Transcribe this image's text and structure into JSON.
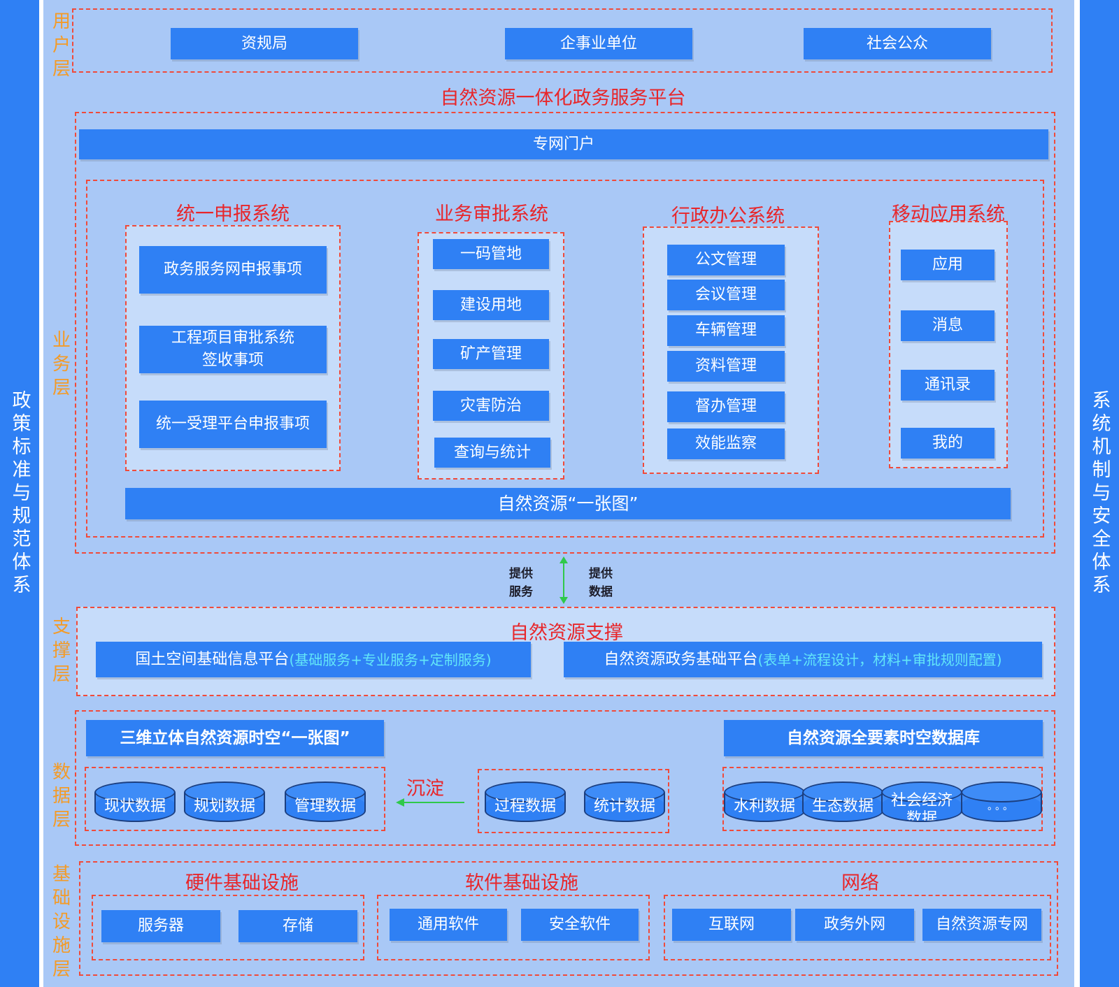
{
  "sidebars": {
    "left": "政策标准与规范体系",
    "right": "系统机制与安全体系"
  },
  "layers": {
    "user": "用户层",
    "business": "业务层",
    "support": "支撑层",
    "data": "数据层",
    "infra": "基础设施层"
  },
  "user_layer": {
    "items": [
      "资规局",
      "企事业单位",
      "社会公众"
    ]
  },
  "platform_title": "自然资源一体化政务服务平台",
  "portal": "专网门户",
  "systems": [
    {
      "title": "统一申报系统",
      "items": [
        "政务服务网申报事项",
        "工程项目审批系统签收事项",
        "统一受理平台申报事项"
      ]
    },
    {
      "title": "业务审批系统",
      "items": [
        "一码管地",
        "建设用地",
        "矿产管理",
        "灾害防治",
        "查询与统计"
      ]
    },
    {
      "title": "行政办公系统",
      "items": [
        "公文管理",
        "会议管理",
        "车辆管理",
        "资料管理",
        "督办管理",
        "效能监察"
      ]
    },
    {
      "title": "移动应用系统",
      "items": [
        "应用",
        "消息",
        "通讯录",
        "我的"
      ]
    }
  ],
  "one_map": "自然资源“一张图”",
  "arrows": {
    "left_label": "提供服务",
    "right_label": "提供数据"
  },
  "support": {
    "title": "自然资源支撑",
    "left": {
      "main": "国土空间基础信息平台",
      "sub": "(基础服务+专业服务+定制服务)"
    },
    "right": {
      "main": "自然资源政务基础平台",
      "sub": "(表单+流程设计，材料+审批规则配置)"
    }
  },
  "data_layer": {
    "left_header": "三维立体自然资源时空“一张图”",
    "right_header": "自然资源全要素时空数据库",
    "settle": "沉淀",
    "left_dbs": [
      "现状数据",
      "规划数据",
      "管理数据"
    ],
    "mid_dbs": [
      "过程数据",
      "统计数据"
    ],
    "right_dbs": [
      "水利数据",
      "生态数据",
      "社会经济数据",
      "。。。"
    ]
  },
  "infra": {
    "groups": [
      {
        "title": "硬件基础设施",
        "items": [
          "服务器",
          "存储"
        ]
      },
      {
        "title": "软件基础设施",
        "items": [
          "通用软件",
          "安全软件"
        ]
      },
      {
        "title": "网络",
        "items": [
          "互联网",
          "政务外网",
          "自然资源专网"
        ]
      }
    ]
  },
  "colors": {
    "blue": "#2f80f4",
    "red_dash": "#f04a3a",
    "orange": "#f39b28",
    "bg": "#a9c8f6",
    "green": "#2fc94a"
  }
}
